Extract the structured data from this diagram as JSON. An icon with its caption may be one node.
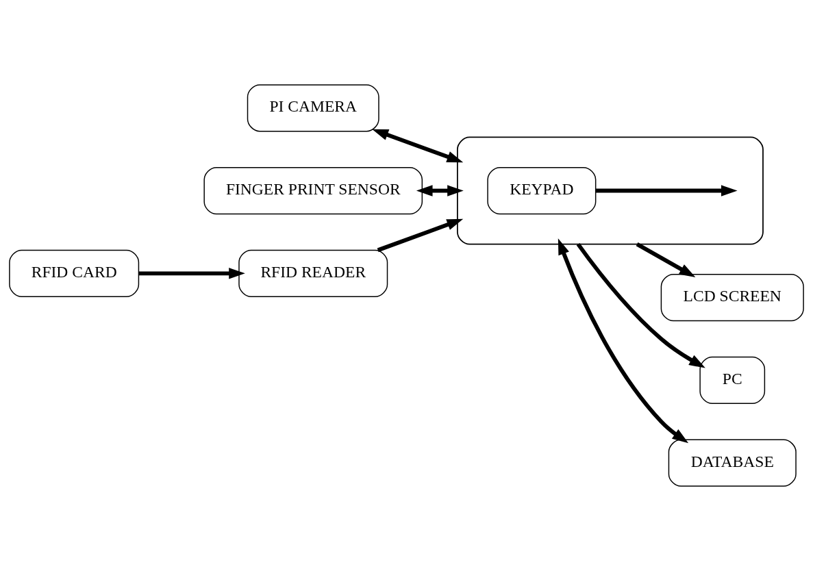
{
  "diagram": {
    "nodes": [
      {
        "text": [
          "LCD SCREEN"
        ]
      },
      {
        "text": [
          "PI CAMERA"
        ]
      },
      {
        "text": [],
        "shape": "box"
      },
      {
        "text": [
          "PC"
        ]
      },
      {
        "text": [
          "FINGER PRINT SENSOR"
        ]
      },
      {
        "text": [
          "DATABASE"
        ]
      },
      {
        "text": [
          "RFID CARD"
        ]
      },
      {
        "text": [
          "RFID READER"
        ]
      },
      {
        "text": [
          "KEYPAD"
        ],
        "in": 2
      }
    ],
    "edges": [
      {
        "from": 2,
        "to": 0,
        "arrow": "to"
      },
      {
        "from": 1,
        "to": 2,
        "arrow": "both"
      },
      {
        "from": 2,
        "to": 3,
        "arrow": "to"
      },
      {
        "from": 4,
        "to": 2,
        "arrow": "both"
      },
      {
        "from": 2,
        "to": 5,
        "arrow": "both"
      },
      {
        "from": 6,
        "to": 7,
        "arrow": "to"
      },
      {
        "from": 7,
        "to": 2,
        "arrow": "to"
      },
      {
        "from": 8,
        "to": null,
        "arrow": "to"
      }
    ]
  }
}
